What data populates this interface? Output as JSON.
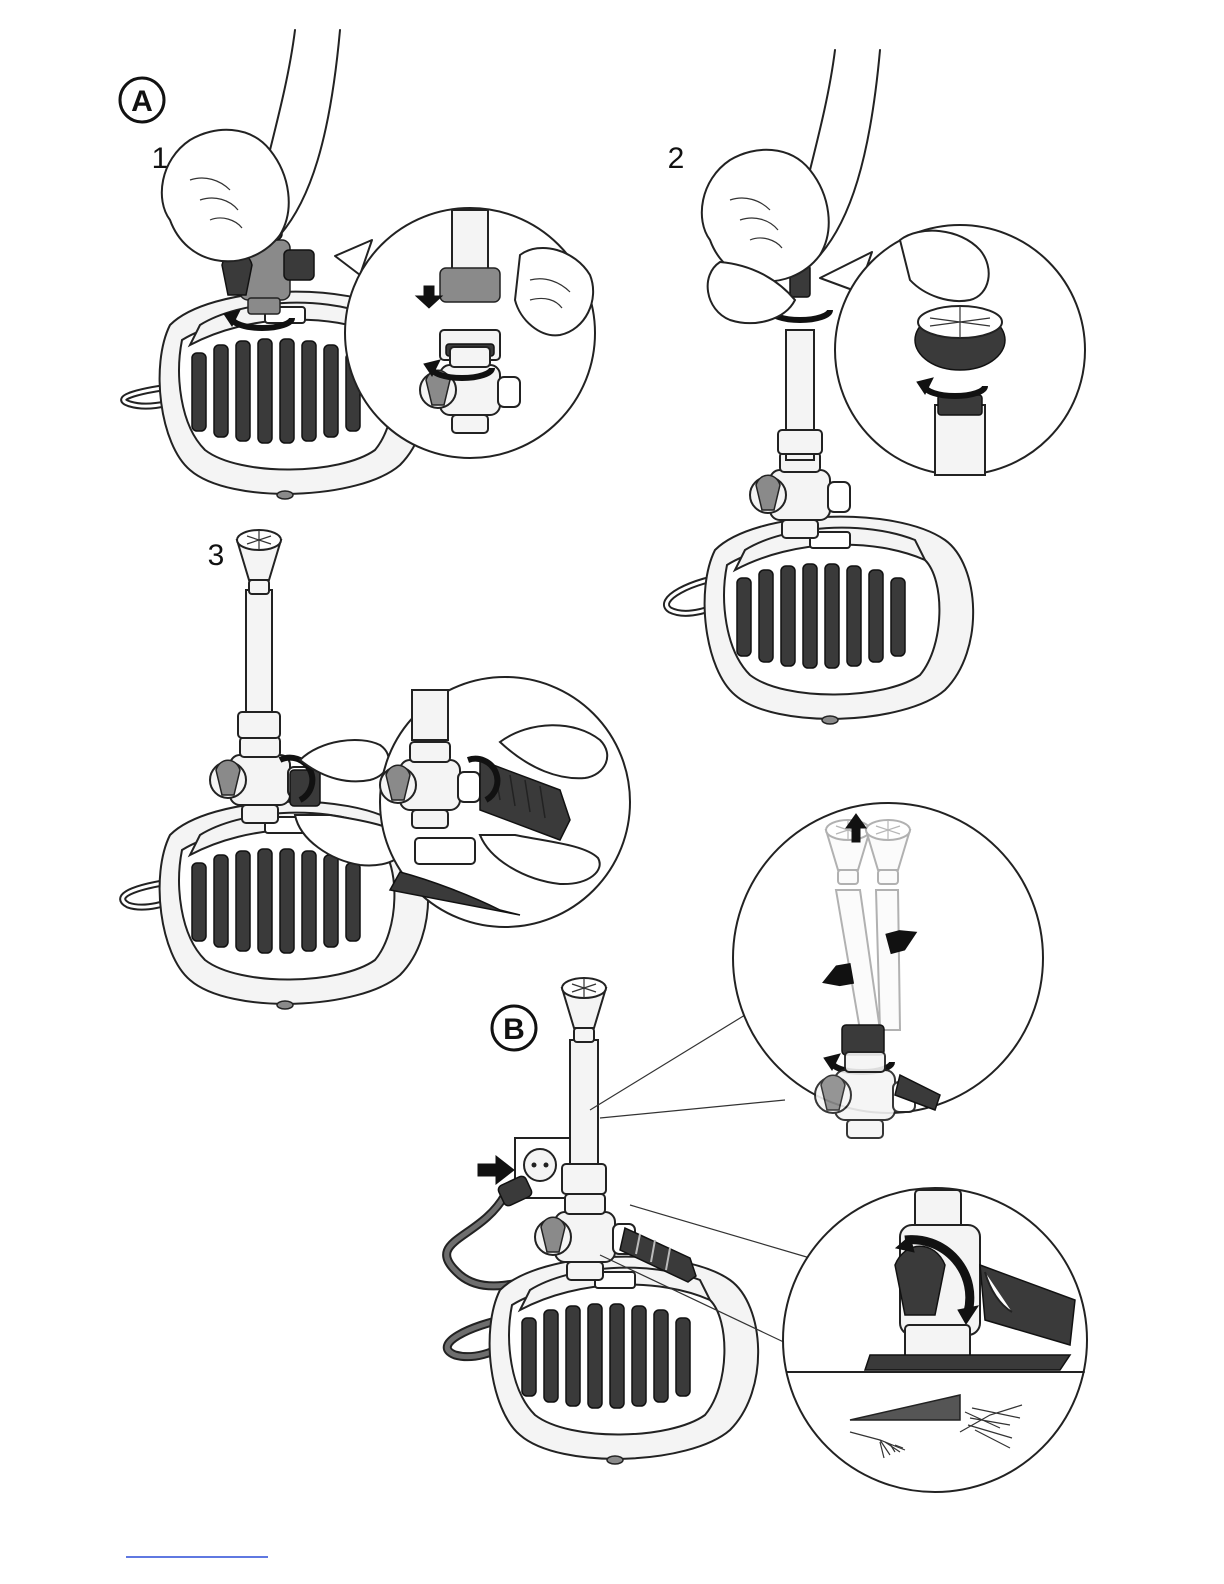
{
  "sections": [
    {
      "id": "A",
      "label": "A"
    },
    {
      "id": "B",
      "label": "B"
    }
  ],
  "steps": [
    {
      "number": "1"
    },
    {
      "number": "2"
    },
    {
      "number": "3"
    }
  ],
  "colors": {
    "line": "#222222",
    "dark_part": "#3a3a3a",
    "mid_part": "#8a8a8a",
    "cable": "#6e6e6e",
    "background": "#ffffff"
  },
  "icons": [
    "pump-icon",
    "hand-icon",
    "rotate-arrow-icon",
    "push-arrow-icon",
    "plug-icon",
    "socket-icon",
    "spray-nozzle-icon",
    "flow-wedge-icon"
  ]
}
